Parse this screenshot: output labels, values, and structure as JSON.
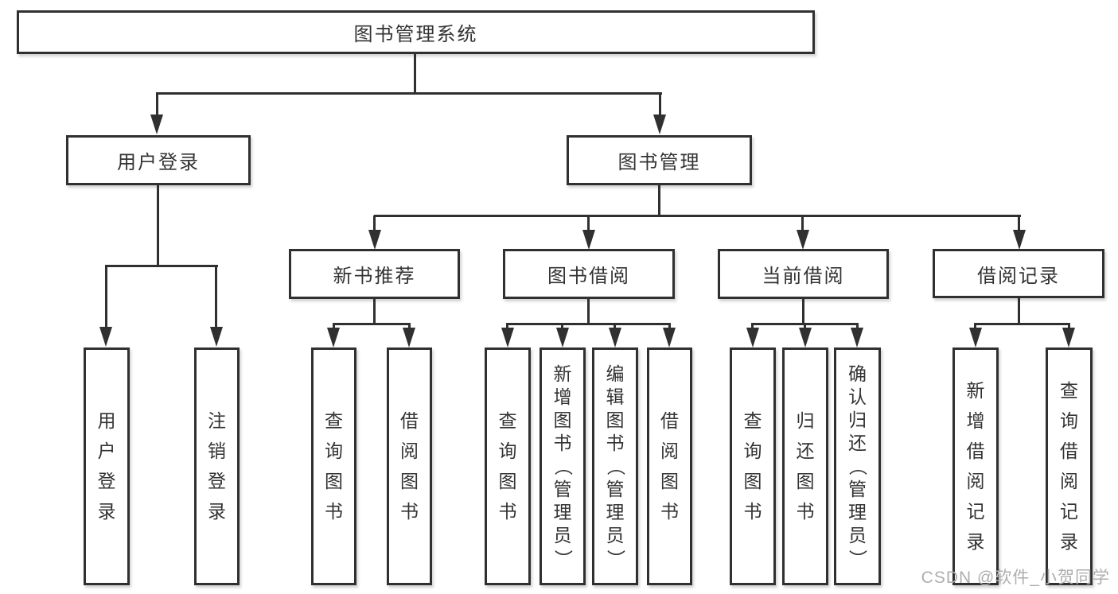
{
  "diagram": {
    "title": "图书管理系统",
    "watermark": "CSDN @软件_小贺同学",
    "colors": {
      "line": "#303030",
      "box_border": "#303030",
      "box_fill": "#ffffff",
      "text": "#333333",
      "watermark": "#aeaeae"
    },
    "nodes": {
      "root": {
        "label": "图书管理系统"
      },
      "user_login": {
        "label": "用户登录"
      },
      "book_mgmt": {
        "label": "图书管理"
      },
      "new_book": {
        "label": "新书推荐"
      },
      "book_borrow": {
        "label": "图书借阅"
      },
      "current_borrow": {
        "label": "当前借阅"
      },
      "borrow_record": {
        "label": "借阅记录"
      },
      "leaf_user_login": {
        "label": "用户登录"
      },
      "leaf_logout": {
        "label": "注销登录"
      },
      "leaf_nb_query": {
        "label": "查询图书"
      },
      "leaf_nb_borrow": {
        "label": "借阅图书"
      },
      "leaf_bb_query": {
        "label": "查询图书"
      },
      "leaf_bb_add": {
        "label": "新增图书（管理员）"
      },
      "leaf_bb_edit": {
        "label": "编辑图书（管理员）"
      },
      "leaf_bb_borrow": {
        "label": "借阅图书"
      },
      "leaf_cb_query": {
        "label": "查询图书"
      },
      "leaf_cb_return": {
        "label": "归还图书"
      },
      "leaf_cb_confirm": {
        "label": "确认归还（管理员）"
      },
      "leaf_br_add": {
        "label": "新增借阅记录"
      },
      "leaf_br_query": {
        "label": "查询借阅记录"
      }
    },
    "hierarchy": [
      {
        "node": "root",
        "children": [
          {
            "node": "user_login",
            "children": [
              {
                "node": "leaf_user_login"
              },
              {
                "node": "leaf_logout"
              }
            ]
          },
          {
            "node": "book_mgmt",
            "children": [
              {
                "node": "new_book",
                "children": [
                  {
                    "node": "leaf_nb_query"
                  },
                  {
                    "node": "leaf_nb_borrow"
                  }
                ]
              },
              {
                "node": "book_borrow",
                "children": [
                  {
                    "node": "leaf_bb_query"
                  },
                  {
                    "node": "leaf_bb_add"
                  },
                  {
                    "node": "leaf_bb_edit"
                  },
                  {
                    "node": "leaf_bb_borrow"
                  }
                ]
              },
              {
                "node": "current_borrow",
                "children": [
                  {
                    "node": "leaf_cb_query"
                  },
                  {
                    "node": "leaf_cb_return"
                  },
                  {
                    "node": "leaf_cb_confirm"
                  }
                ]
              },
              {
                "node": "borrow_record",
                "children": [
                  {
                    "node": "leaf_br_add"
                  },
                  {
                    "node": "leaf_br_query"
                  }
                ]
              }
            ]
          }
        ]
      }
    ]
  }
}
